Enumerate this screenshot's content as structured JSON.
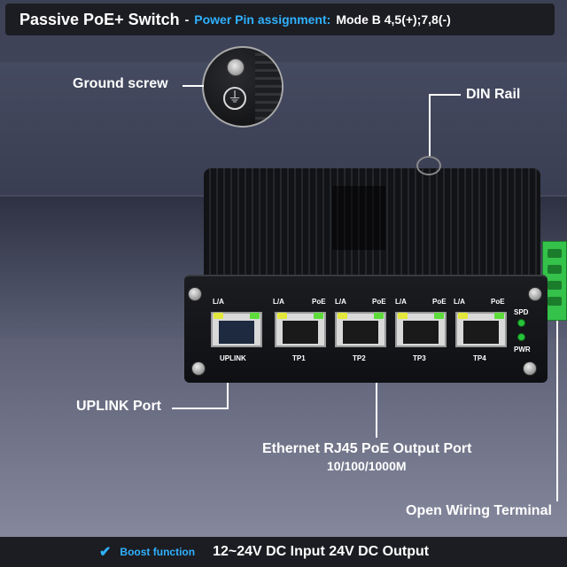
{
  "header": {
    "title": "Passive PoE+ Switch",
    "separator": "-",
    "subtitle": "Power Pin assignment:",
    "mode": "Mode B 4,5(+);7,8(-)"
  },
  "callouts": {
    "ground_screw": "Ground screw",
    "din_rail": "DIN Rail",
    "uplink_port": "UPLINK Port",
    "ethernet_line1": "Ethernet RJ45 PoE Output Port",
    "ethernet_line2": "10/100/1000M",
    "open_wiring": "Open Wiring Terminal"
  },
  "device": {
    "led_labels": [
      "L/A",
      "L/A",
      "PoE",
      "L/A",
      "PoE",
      "L/A",
      "PoE",
      "L/A",
      "PoE"
    ],
    "ports": [
      "UPLINK",
      "TP1",
      "TP2",
      "TP3",
      "TP4"
    ],
    "status": {
      "spd": "SPD",
      "pwr": "PWR"
    }
  },
  "footer": {
    "check_icon": "✔",
    "boost": "Boost function",
    "spec": "12~24V DC Input 24V DC Output"
  },
  "colors": {
    "accent": "#2fb1ff",
    "header_bg": "#1c1d22",
    "terminal_green": "#34c24a"
  }
}
